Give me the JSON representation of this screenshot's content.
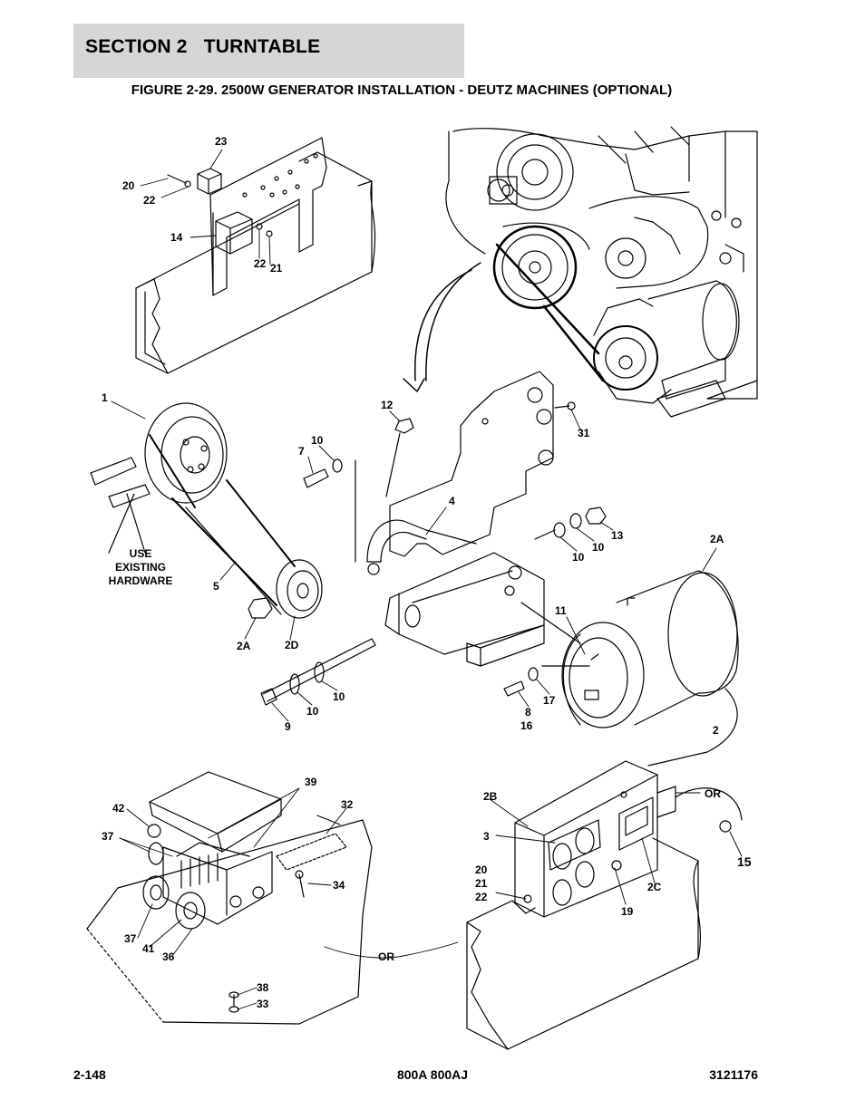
{
  "header": {
    "section": "SECTION 2   TURNTABLE",
    "figure_title": "FIGURE 2-29. 2500W GENERATOR INSTALLATION - DEUTZ MACHINES (OPTIONAL)"
  },
  "callouts": {
    "c23": "23",
    "c20a": "20",
    "c22a": "22",
    "c14": "14",
    "c22b": "22",
    "c21a": "21",
    "c1": "1",
    "c12": "12",
    "c31": "31",
    "c10a": "10",
    "c7": "7",
    "c4": "4",
    "c13": "13",
    "c10b": "10",
    "c10c": "10",
    "c2a_top": "2A",
    "c5": "5",
    "c2a_nut": "2A",
    "c2d": "2D",
    "c11": "11",
    "c10d": "10",
    "c10e": "10",
    "c9": "9",
    "c8": "8",
    "c16": "16",
    "c17": "17",
    "c2": "2",
    "c39": "39",
    "c32": "32",
    "c42": "42",
    "c37a": "37",
    "c34": "34",
    "c37b": "37",
    "c41": "41",
    "c36": "36",
    "c38": "38",
    "c33": "33",
    "c2b": "2B",
    "c3": "3",
    "c20b": "20",
    "c21b": "21",
    "c22c": "22",
    "c2c": "2C",
    "c19": "19",
    "c15": "15",
    "or_right": "OR",
    "or_bottom": "OR"
  },
  "hardware_note": [
    "USE",
    "EXISTING",
    "HARDWARE"
  ],
  "footer": {
    "page": "2-148",
    "models": "800A 800AJ",
    "doc_number": "3121176"
  }
}
